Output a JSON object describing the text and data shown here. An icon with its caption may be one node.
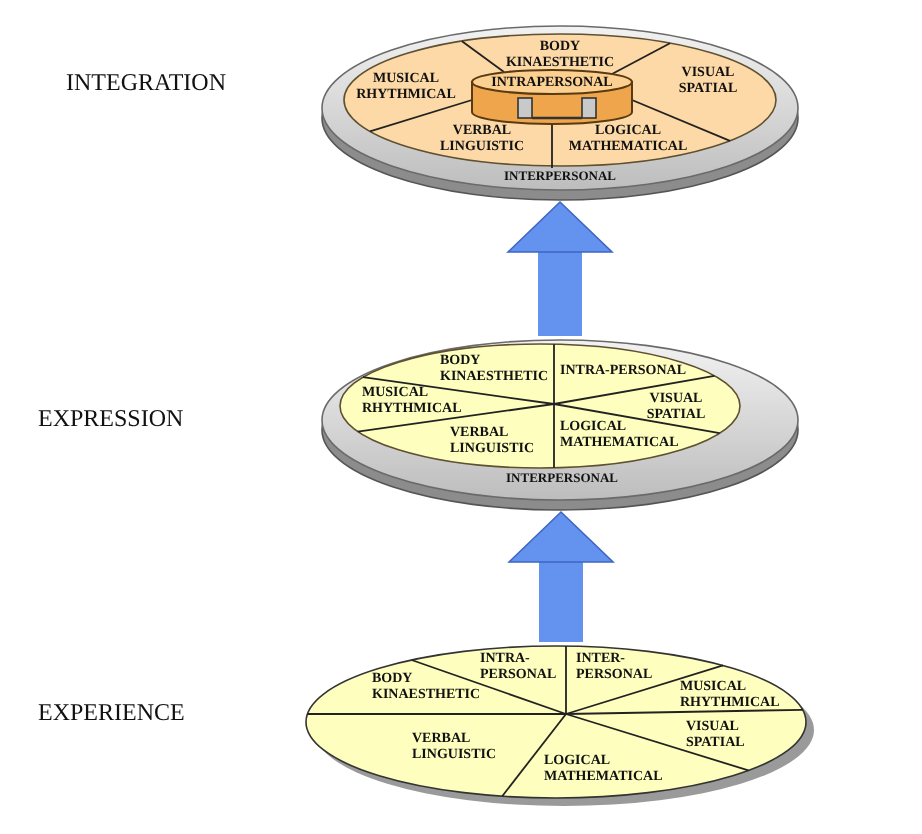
{
  "diagram": {
    "nodes": [
      {
        "text": [
          "INTERPERSONAL"
        ]
      },
      {
        "text": [
          "BODY KINAESTHETIC"
        ],
        "in": 0
      },
      {
        "text": [
          "MUSICAL RHYTHMICAL"
        ],
        "in": 0
      },
      {
        "text": [
          "INTRAPERSONAL"
        ],
        "in": 0
      },
      {
        "text": [
          "VISUAL SPATIAL"
        ],
        "in": 0
      },
      {
        "text": [
          "VERBAL LINGUISTIC"
        ],
        "in": 0
      },
      {
        "text": [
          "LOGICAL MATHEMATICAL"
        ],
        "in": 0
      },
      {
        "text": [
          "INTERPERSONAL"
        ]
      },
      {
        "text": [
          "BODY KINAESTHETIC"
        ],
        "in": 7
      },
      {
        "text": [
          "INTRA-PERSONAL"
        ],
        "in": 7
      },
      {
        "text": [
          "MUSICAL RHYTHMICAL"
        ],
        "in": 7
      },
      {
        "text": [
          "VISUAL SPATIAL"
        ],
        "in": 7
      },
      {
        "text": [
          "VERBAL LINGUISTIC"
        ],
        "in": 7
      },
      {
        "text": [
          "LOGICAL MATHEMATICAL"
        ],
        "in": 7
      },
      {
        "text": [],
        "shape": "ellipse"
      },
      {
        "text": [
          "INTRA- PERSONAL"
        ],
        "in": 14
      },
      {
        "text": [
          "INTER- PERSONAL"
        ],
        "in": 14
      },
      {
        "text": [
          "BODY KINAESTHETIC"
        ],
        "in": 14
      },
      {
        "text": [
          "MUSICAL RHYTHMICAL"
        ],
        "in": 14
      },
      {
        "text": [
          "VISUAL SPATIAL"
        ],
        "in": 14
      },
      {
        "text": [
          "VERBAL LINGUISTIC"
        ],
        "in": 14
      },
      {
        "text": [
          "LOGICAL MATHEMATICAL"
        ],
        "in": 14
      }
    ],
    "edges": [
      {
        "from": 14,
        "to": 7,
        "arrow": "to",
        "style": "thick"
      },
      {
        "from": 7,
        "to": 0,
        "arrow": "to",
        "style": "thick"
      }
    ],
    "labels": [
      "INTEGRATION",
      "EXPRESSION",
      "EXPERIENCE"
    ]
  }
}
